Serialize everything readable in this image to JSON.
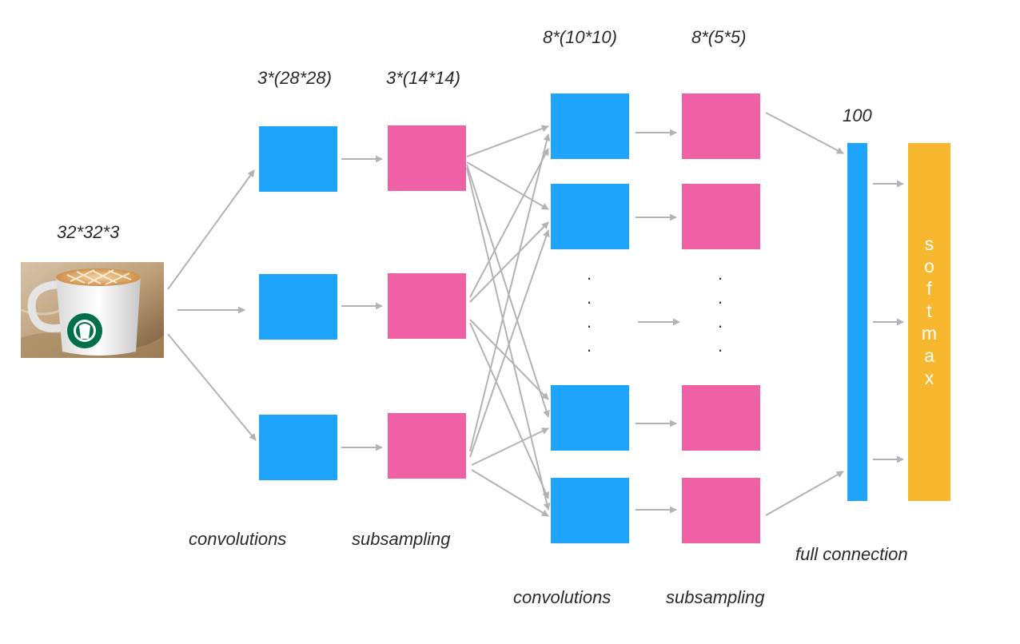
{
  "labels": {
    "input_size": "32*32*3",
    "conv1_size": "3*(28*28)",
    "pool1_size": "3*(14*14)",
    "conv2_size": "8*(10*10)",
    "pool2_size": "8*(5*5)",
    "fc_size": "100",
    "conv1_name": "convolutions",
    "pool1_name": "subsampling",
    "conv2_name": "convolutions",
    "pool2_name": "subsampling",
    "fc_name": "full connection",
    "softmax_letters": [
      "s",
      "o",
      "f",
      "t",
      "m",
      "a",
      "x"
    ]
  },
  "dots": ".",
  "colors": {
    "conv": "#1ea5fb",
    "pool": "#ee62a5",
    "softmax": "#f7b830",
    "arrow": "#b3b3b3",
    "text": "#2a2a2a"
  },
  "image": {
    "subject": "coffee mug with Starbucks logo",
    "icon": "starbucks-siren-logo"
  }
}
